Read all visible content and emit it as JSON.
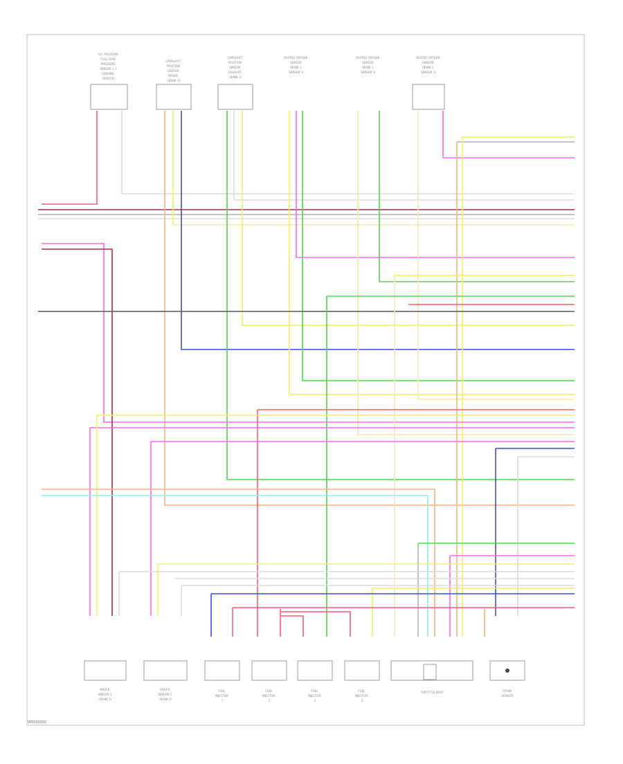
{
  "diagram_code": "W0000000",
  "colors": {
    "red": "#ff5a72",
    "dark_red": "#b8234a",
    "pink": "#ff66ee",
    "orange": "#ffb07a",
    "yellow": "#f6f05a",
    "green": "#4cd64c",
    "blue": "#3a4ad8",
    "cyan": "#8cf0f0",
    "white": "#dcdcdc",
    "gray": "#b0b0b0",
    "black": "#444444"
  },
  "top_components": [
    {
      "id": "c1",
      "lines": [
        "A/C PRESSURE",
        "FULL LOAD",
        "PRESSURE",
        "SENSOR 1-1",
        "(ENGINE",
        "SENSOR)"
      ]
    },
    {
      "id": "c2",
      "lines": [
        "CAMSHAFT",
        "POSITION",
        "SENSOR",
        "INTAKE",
        "(BANK 1)"
      ]
    },
    {
      "id": "c3",
      "lines": [
        "CAMSHAFT",
        "POSITION",
        "SENSOR",
        "EXHAUST",
        "(BANK 1)"
      ]
    },
    {
      "id": "c4",
      "lines": [
        "HEATED OXYGEN",
        "SENSOR",
        "(BANK 1",
        "SENSOR 1)"
      ]
    },
    {
      "id": "c5",
      "lines": [
        "HEATED OXYGEN",
        "SENSOR",
        "(BANK 1",
        "SENSOR 2)"
      ]
    },
    {
      "id": "c6",
      "lines": [
        "HEATED OXYGEN",
        "SENSOR",
        "(BANK 2",
        "SENSOR 1)"
      ]
    }
  ],
  "bottom_components": [
    {
      "id": "b1",
      "lines": [
        "KNOCK",
        "SENSOR 1",
        "(BANK 1)"
      ]
    },
    {
      "id": "b2",
      "lines": [
        "KNOCK",
        "SENSOR 2",
        "(BANK 2)"
      ]
    },
    {
      "id": "b3",
      "lines": [
        "FUEL",
        "INJECTOR",
        "1"
      ]
    },
    {
      "id": "b4",
      "lines": [
        "FUEL",
        "INJECTOR",
        "2"
      ]
    },
    {
      "id": "b5",
      "lines": [
        "FUEL",
        "INJECTOR",
        "3"
      ]
    },
    {
      "id": "b6",
      "lines": [
        "FUEL",
        "INJECTOR",
        "4"
      ]
    },
    {
      "id": "b7",
      "lines": [
        "THROTTLE BODY"
      ]
    },
    {
      "id": "b8",
      "lines": [
        "CRANK",
        "SENSOR"
      ]
    }
  ]
}
